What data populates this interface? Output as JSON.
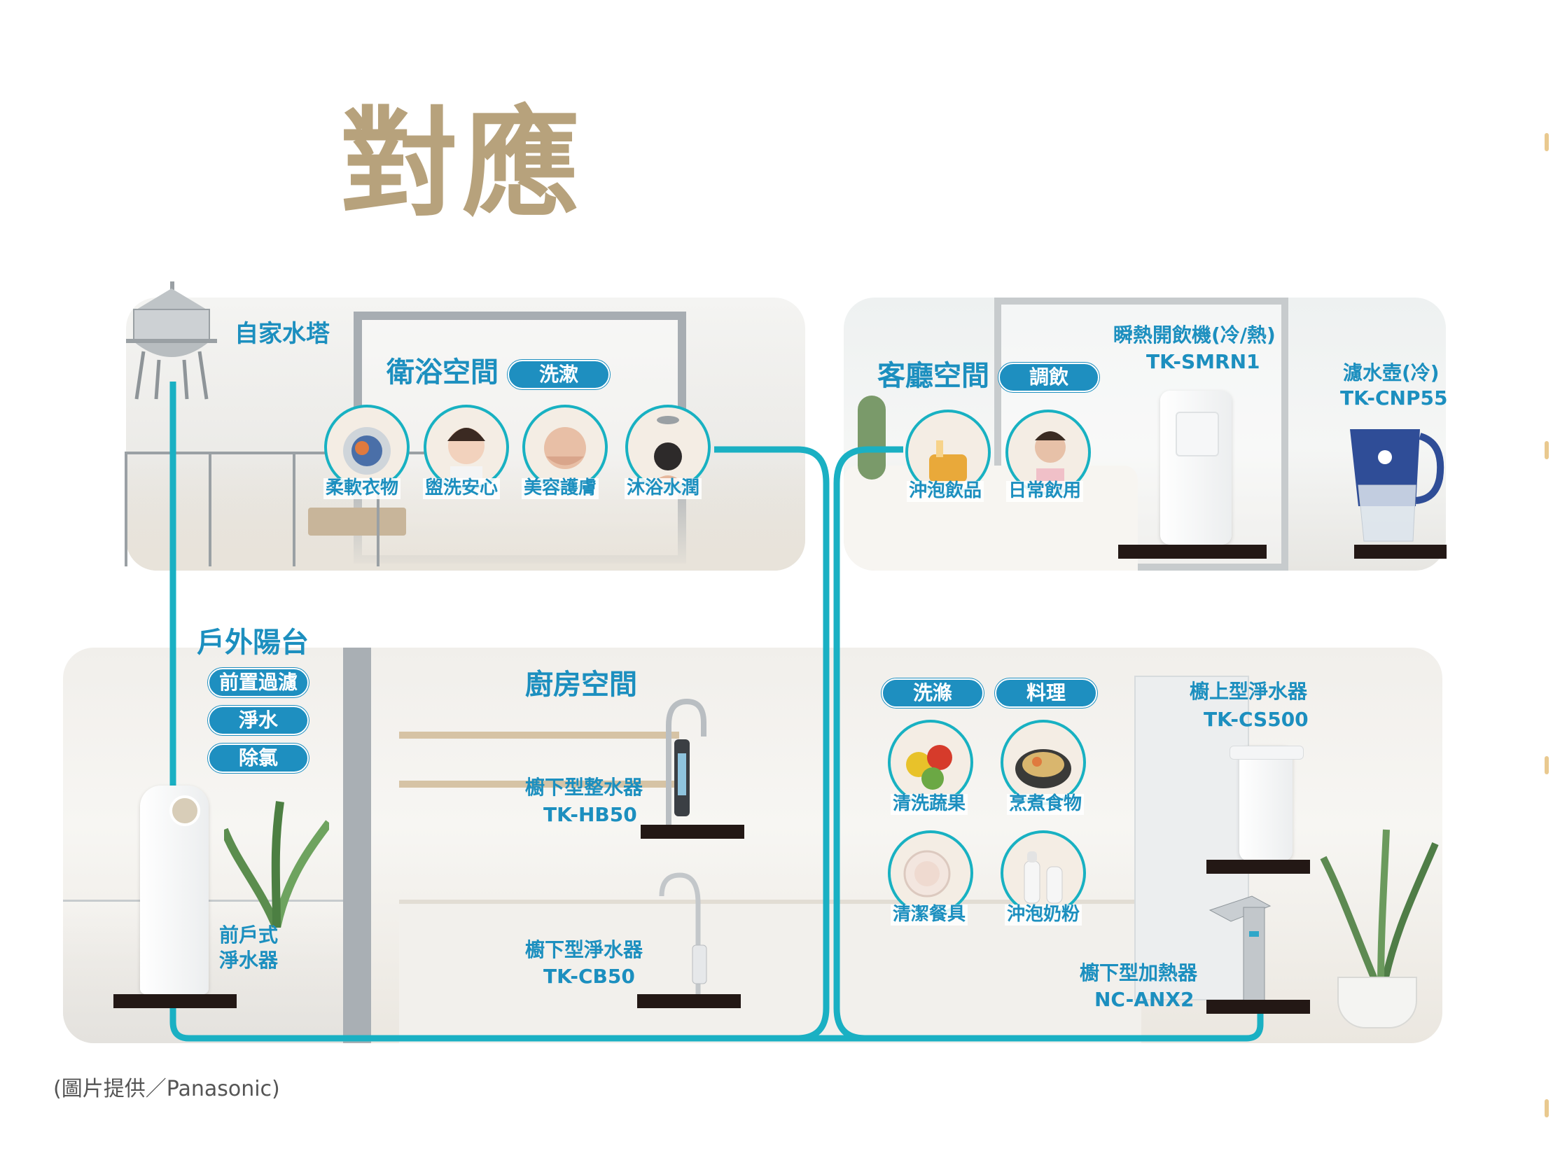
{
  "title": "對應",
  "caption": "(圖片提供／Panasonic)",
  "colors": {
    "pipe": "#1ab0c3",
    "label": "#1c8fbf",
    "pill": "#1e8fc0",
    "title": "#b7a27c"
  },
  "water_tower": {
    "label": "自家水塔"
  },
  "bathroom": {
    "title": "衛浴空間",
    "tag": "洗漱",
    "circles": [
      "柔軟衣物",
      "盥洗安心",
      "美容護膚",
      "沐浴水潤"
    ]
  },
  "living": {
    "title": "客廳空間",
    "tag": "調飲",
    "circles": [
      "沖泡飲品",
      "日常飲用"
    ],
    "dispenser": {
      "name": "瞬熱開飲機(冷/熱)",
      "model": "TK-SMRN1"
    },
    "pitcher": {
      "name": "濾水壺(冷)",
      "model": "TK-CNP55"
    }
  },
  "outdoor": {
    "title": "戶外陽台",
    "tags": [
      "前置過濾",
      "淨水",
      "除氯"
    ],
    "product": {
      "line1": "前戶式",
      "line2": "淨水器"
    }
  },
  "kitchen": {
    "title": "廚房空間",
    "tags": [
      "洗滌",
      "料理"
    ],
    "circles": [
      "清洗蔬果",
      "烹煮食物",
      "清潔餐具",
      "沖泡奶粉"
    ],
    "products": [
      {
        "name": "櫥下型整水器",
        "model": "TK-HB50"
      },
      {
        "name": "櫥下型淨水器",
        "model": "TK-CB50"
      },
      {
        "name": "櫥上型淨水器",
        "model": "TK-CS500"
      },
      {
        "name": "櫥下型加熱器",
        "model": "NC-ANX2"
      }
    ]
  }
}
